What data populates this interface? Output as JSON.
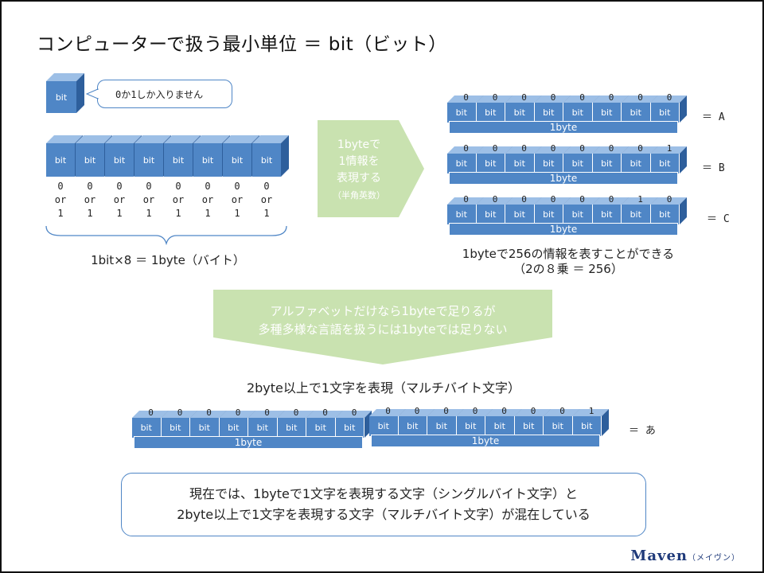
{
  "title": "コンピューターで扱う最小単位 ＝ bit（ビット）",
  "bit_label": "bit",
  "callout": "0か1しか入りません",
  "bit_values": [
    "0",
    "or",
    "1"
  ],
  "byte_caption": "1bit×8 ＝ 1byte（バイト）",
  "arrow1": {
    "line1": "1byteで",
    "line2": "1情報を",
    "line3": "表現する",
    "line4": "（半角英数）"
  },
  "byte_label": "1byte",
  "byte_examples": [
    {
      "bits": [
        "0",
        "0",
        "0",
        "0",
        "0",
        "0",
        "0",
        "0"
      ],
      "result": "＝ A"
    },
    {
      "bits": [
        "0",
        "0",
        "0",
        "0",
        "0",
        "0",
        "0",
        "1"
      ],
      "result": "＝ B"
    },
    {
      "bits": [
        "0",
        "0",
        "0",
        "0",
        "0",
        "0",
        "1",
        "0"
      ],
      "result": "＝ C"
    }
  ],
  "byte_examples_caption": {
    "line1": "1byteで256の情報を表すことができる",
    "line2": "（2の８乗 ＝ 256）"
  },
  "arrow2": {
    "line1": "アルファベットだけなら1byteで足りるが",
    "line2": "多種多様な言語を扱うには1byteでは足りない"
  },
  "multibyte_caption": "2byte以上で1文字を表現（マルチバイト文字）",
  "multibyte": {
    "byte1": [
      "0",
      "0",
      "0",
      "0",
      "0",
      "0",
      "0",
      "0"
    ],
    "byte2": [
      "0",
      "0",
      "0",
      "0",
      "0",
      "0",
      "0",
      "1"
    ],
    "result": "＝ あ"
  },
  "note": {
    "line1": "現在では、1byteで1文字を表現する文字（シングルバイト文字）と",
    "line2": "2byte以上で1文字を表現する文字（マルチバイト文字）が混在している"
  },
  "logo": {
    "main": "Maven",
    "sub": "（メイヴン）"
  },
  "colors": {
    "cube_front": "#4f86c6",
    "cube_top": "#9dbfe6",
    "cube_side": "#2e5f9c",
    "arrow": "#c9e2b0"
  }
}
